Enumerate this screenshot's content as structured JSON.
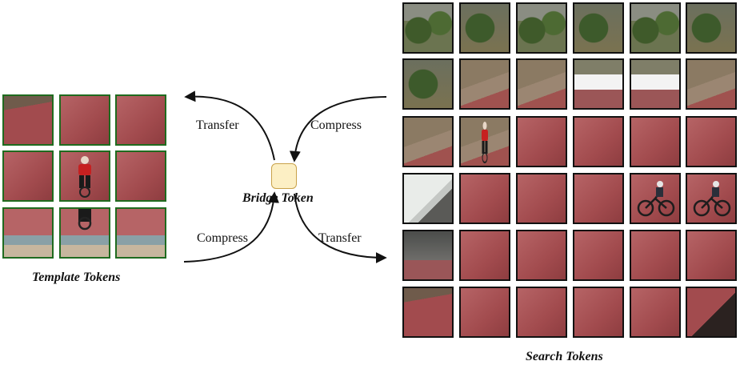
{
  "template": {
    "caption": "Template Tokens",
    "rows": 3,
    "cols": 3
  },
  "search": {
    "caption": "Search Tokens",
    "rows": 6,
    "cols": 6
  },
  "bridge": {
    "caption": "Bridge Token"
  },
  "edges": {
    "left_top": "Transfer",
    "left_bottom": "Compress",
    "right_top": "Compress",
    "right_bottom": "Transfer"
  },
  "colors": {
    "template_border": "#1f6b1f",
    "search_border": "#111111",
    "bridge_fill": "#fcefc4",
    "bridge_border": "#c9a24a",
    "ramp": "#a24b4e",
    "foliage": "#5e6b3c",
    "rider_shirt": "#c62020"
  }
}
